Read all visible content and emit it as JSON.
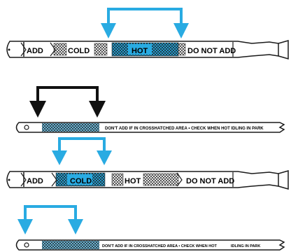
{
  "colors": {
    "outline": "#1a1a1a",
    "cyan": "#29abe2",
    "black": "#111111",
    "hatch_bg": "#ffffff"
  },
  "dipstick1": {
    "arrow_color": "cyan",
    "range": "hot",
    "labels": {
      "add": "ADD",
      "cold": "COLD",
      "hot": "HOT",
      "do_not_add": "DO NOT ADD"
    }
  },
  "dipstick2": {
    "arrow_color": "black",
    "text": "DON'T ADD IF IN CROSSHATCHED AREA • CHECK WHEN HOT IDLING IN PARK"
  },
  "dipstick3": {
    "arrow_color": "cyan",
    "range": "cold",
    "labels": {
      "add": "ADD",
      "cold": "COLD",
      "hot": "HOT",
      "do_not_add": "DO NOT ADD"
    }
  },
  "dipstick4": {
    "arrow_color": "cyan",
    "text_a": "DON'T ADD IF IN CROSSHATCHED AREA • CHECK WHEN HOT",
    "text_b": "IDLING IN PARK"
  }
}
